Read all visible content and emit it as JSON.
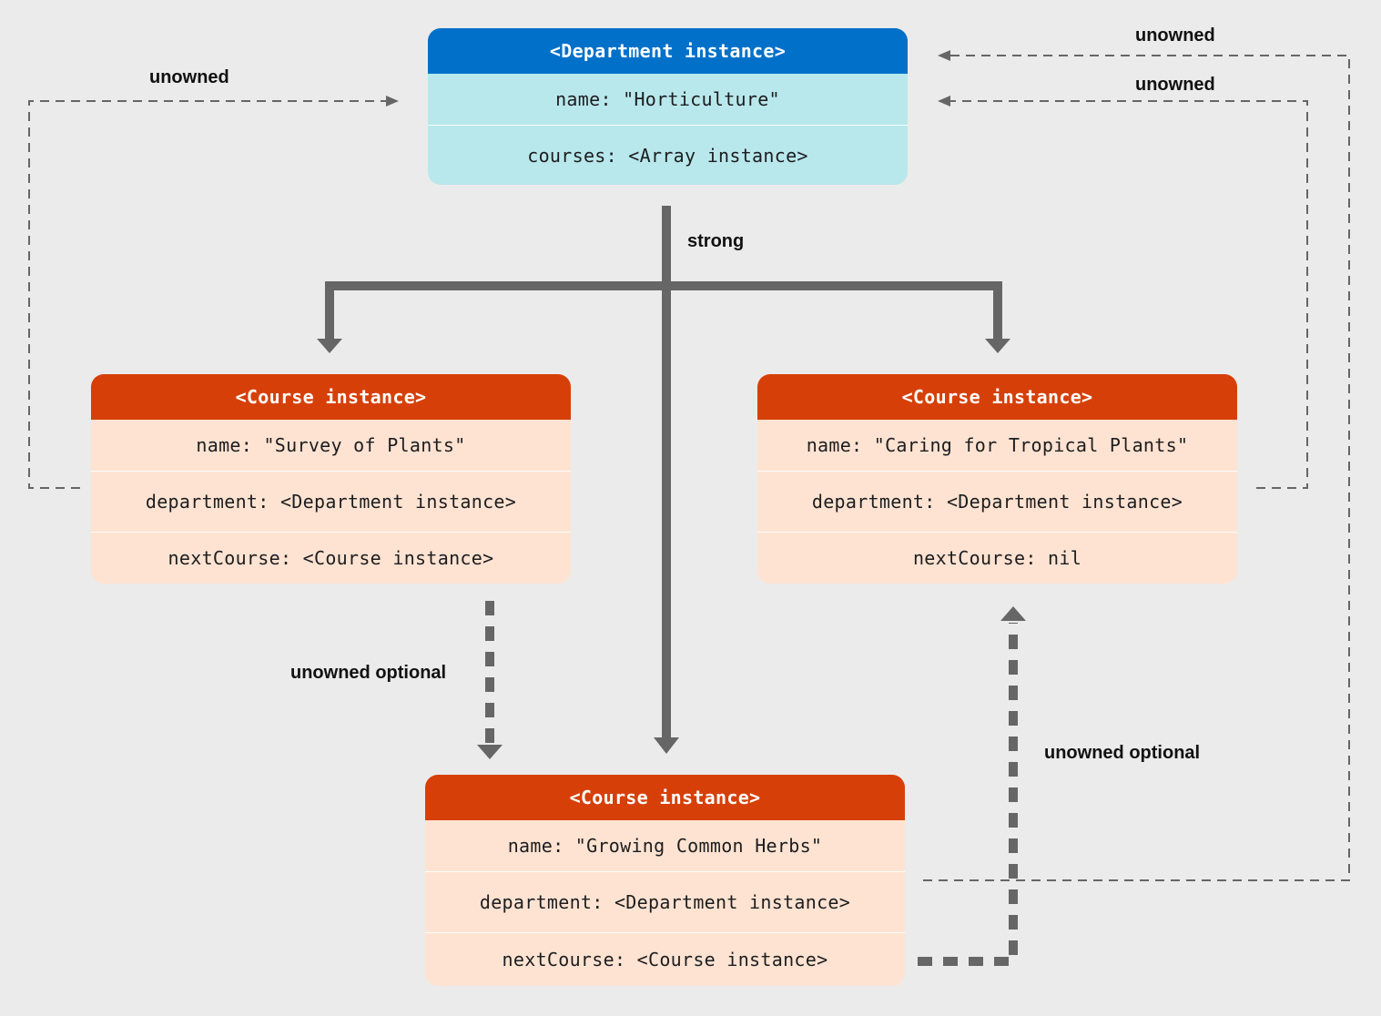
{
  "department": {
    "header": "<Department instance>",
    "rows": [
      "name: \"Horticulture\"",
      "courses: <Array instance>"
    ]
  },
  "course_left": {
    "header": "<Course instance>",
    "rows": [
      "name: \"Survey of Plants\"",
      "department: <Department instance>",
      "nextCourse: <Course instance>"
    ]
  },
  "course_right": {
    "header": "<Course instance>",
    "rows": [
      "name: \"Caring for Tropical Plants\"",
      "department: <Department instance>",
      "nextCourse: nil"
    ]
  },
  "course_bottom": {
    "header": "<Course instance>",
    "rows": [
      "name: \"Growing Common Herbs\"",
      "department: <Department instance>",
      "nextCourse: <Course instance>"
    ]
  },
  "labels": {
    "strong": "strong",
    "unowned_left": "unowned",
    "unowned_right_outer": "unowned",
    "unowned_right_inner": "unowned",
    "unowned_optional_left": "unowned optional",
    "unowned_optional_right": "unowned optional"
  },
  "colors": {
    "department_header": "#0070c9",
    "department_body": "#b8e8ec",
    "course_header": "#d64008",
    "course_body": "#fee3d2",
    "connector": "#666666",
    "background": "#ebebeb"
  }
}
